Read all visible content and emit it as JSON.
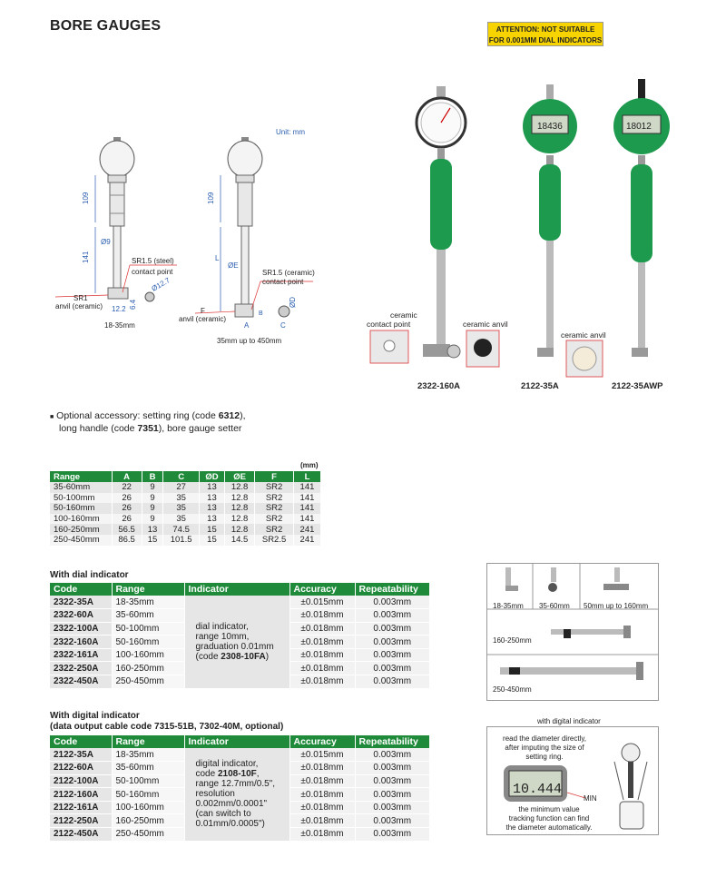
{
  "page": {
    "title": "BORE GAUGES"
  },
  "attention": {
    "line1": "ATTENTION: NOT SUITABLE",
    "line2": "FOR 0.001MM DIAL INDICATORS"
  },
  "diagram": {
    "unit": "Unit: mm",
    "left": {
      "dim_109": "109",
      "dim_141": "141",
      "dim_phi9": "Ø9",
      "sr15": "SR1.5 (steel)",
      "sr15b": "contact point",
      "sr1": "SR1",
      "sr1b": "anvil (ceramic)",
      "dim_122": "12.2",
      "dim_64": "6.4",
      "dim_127": "Ø12.7",
      "caption": "18-35mm"
    },
    "right": {
      "dim_109": "109",
      "dim_L": "L",
      "dim_phiE": "ØE",
      "sr15": "SR1.5 (ceramic)",
      "sr15b": "contact point",
      "F": "F",
      "Fb": "anvil (ceramic)",
      "A": "A",
      "B": "B",
      "C": "C",
      "phiD": "ØD",
      "caption": "35mm up to 450mm"
    }
  },
  "products": {
    "p1": "2322-160A",
    "p2": "2122-35A",
    "p3": "2122-35AWP",
    "ceramic_contact": "ceramic",
    "ceramic_contact2": "contact point",
    "ceramic_anvil1": "ceramic anvil",
    "ceramic_anvil2": "ceramic anvil",
    "display1": "18436",
    "display2": "18012"
  },
  "accessory": {
    "bullet": "■",
    "t1": "Optional accessory: setting ring (code ",
    "c1": "6312",
    "t2": "),",
    "t3": "long handle (code ",
    "c2": "7351",
    "t4": "), bore gauge setter"
  },
  "range_table": {
    "unit": "(mm)",
    "headers": [
      "Range",
      "A",
      "B",
      "C",
      "ØD",
      "ØE",
      "F",
      "L"
    ],
    "rows": [
      [
        "35-60mm",
        "22",
        "9",
        "27",
        "13",
        "12.8",
        "SR2",
        "141"
      ],
      [
        "50-100mm",
        "26",
        "9",
        "35",
        "13",
        "12.8",
        "SR2",
        "141"
      ],
      [
        "50-160mm",
        "26",
        "9",
        "35",
        "13",
        "12.8",
        "SR2",
        "141"
      ],
      [
        "100-160mm",
        "26",
        "9",
        "35",
        "13",
        "12.8",
        "SR2",
        "141"
      ],
      [
        "160-250mm",
        "56.5",
        "13",
        "74.5",
        "15",
        "12.8",
        "SR2",
        "241"
      ],
      [
        "250-450mm",
        "86.5",
        "15",
        "101.5",
        "15",
        "14.5",
        "SR2.5",
        "241"
      ]
    ]
  },
  "dial": {
    "title": "With dial indicator",
    "headers": [
      "Code",
      "Range",
      "Indicator",
      "Accuracy",
      "Repeatability"
    ],
    "indicator": [
      "dial indicator,",
      "range 10mm,",
      "graduation 0.01mm",
      "(code ",
      "2308-10FA",
      ")"
    ],
    "rows": [
      [
        "2322-35A",
        "18-35mm",
        "±0.015mm",
        "0.003mm"
      ],
      [
        "2322-60A",
        "35-60mm",
        "±0.018mm",
        "0.003mm"
      ],
      [
        "2322-100A",
        "50-100mm",
        "±0.018mm",
        "0.003mm"
      ],
      [
        "2322-160A",
        "50-160mm",
        "±0.018mm",
        "0.003mm"
      ],
      [
        "2322-161A",
        "100-160mm",
        "±0.018mm",
        "0.003mm"
      ],
      [
        "2322-250A",
        "160-250mm",
        "±0.018mm",
        "0.003mm"
      ],
      [
        "2322-450A",
        "250-450mm",
        "±0.018mm",
        "0.003mm"
      ]
    ]
  },
  "digital": {
    "title": "With digital indicator",
    "subtitle": "(data output cable code 7315-51B, 7302-40M, optional)",
    "headers": [
      "Code",
      "Range",
      "Indicator",
      "Accuracy",
      "Repeatability"
    ],
    "indicator": [
      "digital indicator,",
      "code ",
      "2108-10F",
      ",",
      "range 12.7mm/0.5\",",
      "resolution",
      "0.002mm/0.0001\"",
      "(can switch to",
      "0.01mm/0.0005\")"
    ],
    "rows": [
      [
        "2122-35A",
        "18-35mm",
        "±0.015mm",
        "0.003mm"
      ],
      [
        "2122-60A",
        "35-60mm",
        "±0.018mm",
        "0.003mm"
      ],
      [
        "2122-100A",
        "50-100mm",
        "±0.018mm",
        "0.003mm"
      ],
      [
        "2122-160A",
        "50-160mm",
        "±0.018mm",
        "0.003mm"
      ],
      [
        "2122-161A",
        "100-160mm",
        "±0.018mm",
        "0.003mm"
      ],
      [
        "2122-250A",
        "160-250mm",
        "±0.018mm",
        "0.003mm"
      ],
      [
        "2122-450A",
        "250-450mm",
        "±0.018mm",
        "0.003mm"
      ]
    ]
  },
  "anvils": {
    "c1": "18-35mm",
    "c2": "35-60mm",
    "c3": "50mm up to 160mm",
    "c4": "160-250mm",
    "c5": "250-450mm"
  },
  "digital_box": {
    "header": "with digital indicator",
    "t1": "read the diameter directly,",
    "t2": "after imputing the size of",
    "t3": "setting ring.",
    "display": "10.444",
    "min": "MIN",
    "b1": "the minimum value",
    "b2": "tracking function can find",
    "b3": "the diameter automatically."
  }
}
